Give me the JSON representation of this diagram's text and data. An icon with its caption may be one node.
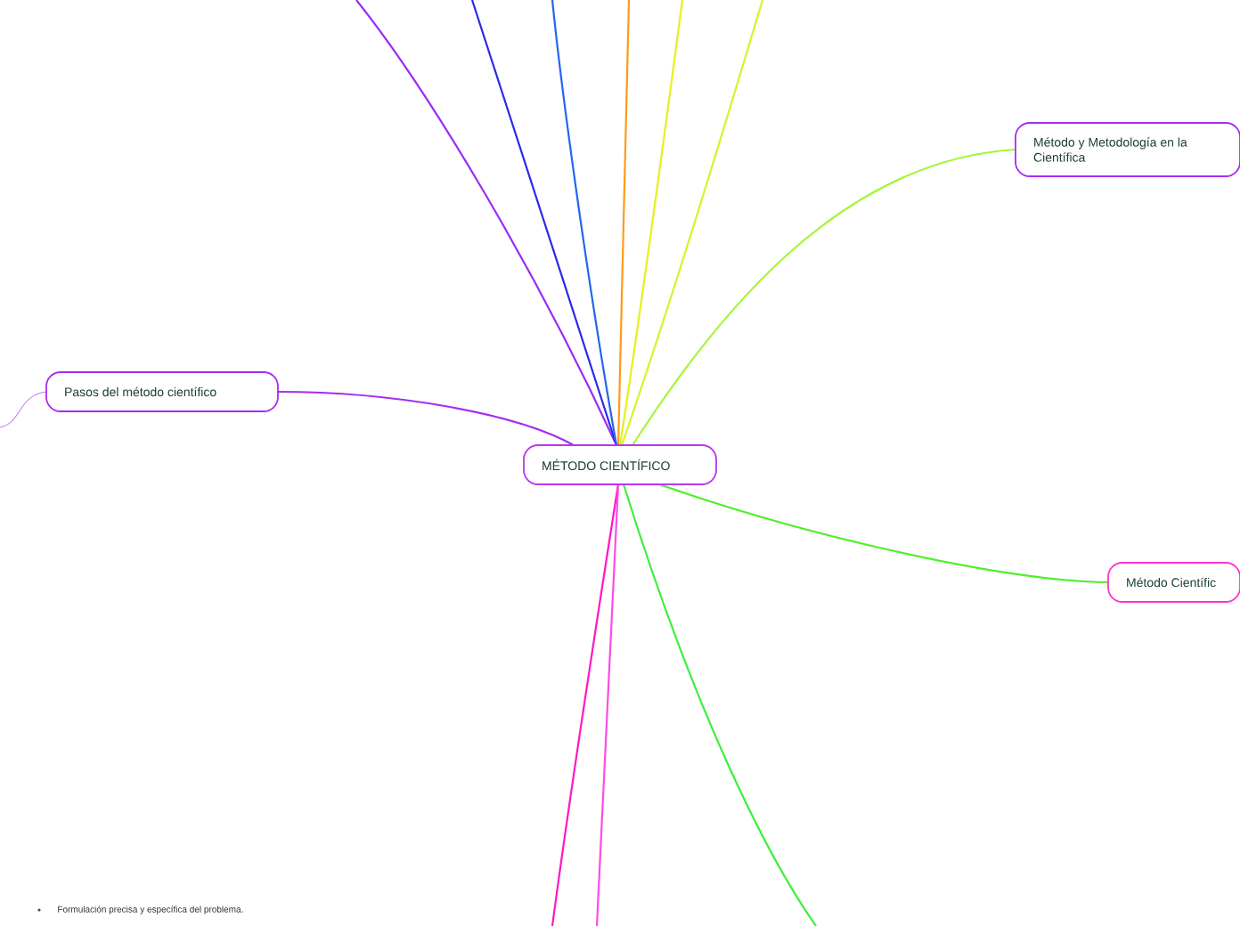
{
  "diagram": {
    "nodes": [
      {
        "text": [
          "MÉTODO CIENTÍFICO"
        ]
      },
      {
        "text": [
          "Pasos del método científico"
        ]
      },
      {
        "text": [
          "Método y Metodología en la Científica"
        ]
      },
      {
        "text": [
          "Método Científic"
        ]
      }
    ],
    "edges": [
      {
        "from": 0,
        "to": 1,
        "arrow": "none",
        "color": "#a52cf0"
      },
      {
        "from": 0,
        "to": 2,
        "arrow": "none",
        "color": "#a6f53a"
      },
      {
        "from": 0,
        "to": 3,
        "arrow": "none",
        "color": "#4cf02a"
      },
      {
        "from": 0,
        "to": null,
        "arrow": "none",
        "color": "#9b2cf5"
      },
      {
        "from": 0,
        "to": null,
        "arrow": "none",
        "color": "#2a2ae8"
      },
      {
        "from": 0,
        "to": null,
        "arrow": "none",
        "color": "#2266f0"
      },
      {
        "from": 0,
        "to": null,
        "arrow": "none",
        "color": "#ff9a1a"
      },
      {
        "from": 0,
        "to": null,
        "arrow": "none",
        "color": "#e6f01a"
      },
      {
        "from": 0,
        "to": null,
        "arrow": "none",
        "color": "#d2f52a"
      },
      {
        "from": 0,
        "to": null,
        "arrow": "none",
        "color": "#ff16c8"
      },
      {
        "from": 0,
        "to": null,
        "arrow": "none",
        "color": "#ff4ae8"
      },
      {
        "from": 0,
        "to": null,
        "arrow": "none",
        "color": "#3cf03c"
      },
      {
        "from": 1,
        "to": null,
        "arrow": "none",
        "color": "#c77cf5"
      }
    ],
    "labels": [
      "Formulación precisa y específica del problema."
    ]
  }
}
